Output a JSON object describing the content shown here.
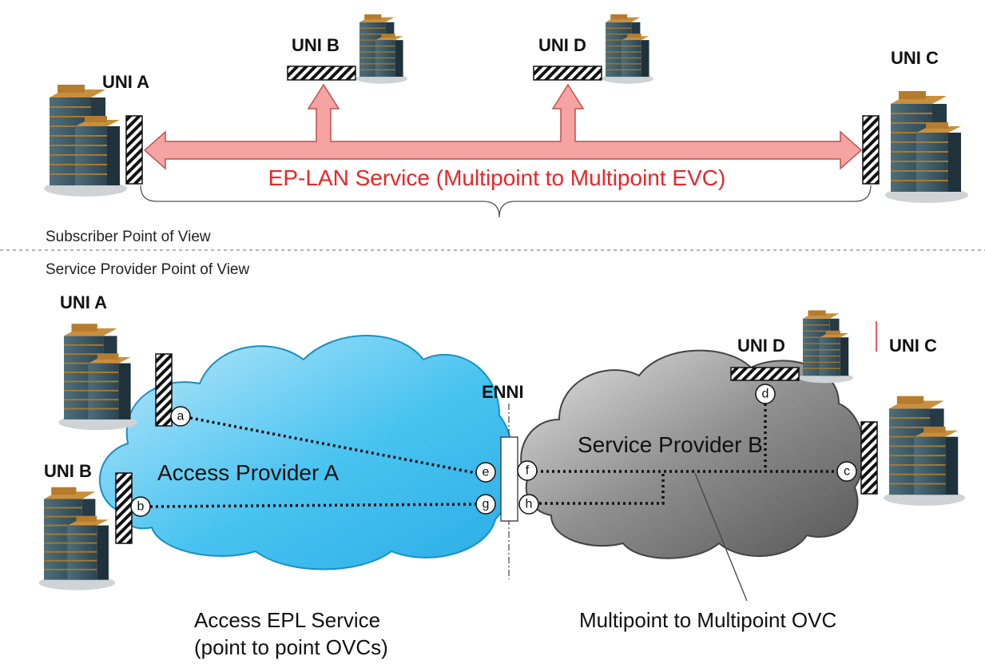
{
  "top": {
    "uni_a": "UNI  A",
    "uni_b": "UNI  B",
    "uni_c": "UNI  C",
    "uni_d": "UNI  D",
    "service_label": "EP-LAN Service (Multipoint to Multipoint EVC)",
    "service_color": "#e8262a",
    "arrow_color": "#f5a3a3"
  },
  "divider": {
    "subscriber_pov": "Subscriber Point of View",
    "provider_pov": "Service Provider Point of View"
  },
  "bottom": {
    "uni_a": "UNI  A",
    "uni_b": "UNI  B",
    "uni_c": "UNI  C",
    "uni_d": "UNI  D",
    "enni": "ENNI",
    "access_provider": "Access Provider A",
    "service_provider": "Service Provider B",
    "points": {
      "a": "a",
      "b": "b",
      "c": "c",
      "d": "d",
      "e": "e",
      "f": "f",
      "g": "g",
      "h": "h"
    },
    "access_caption_1": "Access  EPL Service",
    "access_caption_2": "(point to point OVCs)",
    "ovc_caption": "Multipoint to Multipoint  OVC",
    "access_cloud_color": "#3bbfee",
    "provider_cloud_color": "#7a7a7a"
  }
}
